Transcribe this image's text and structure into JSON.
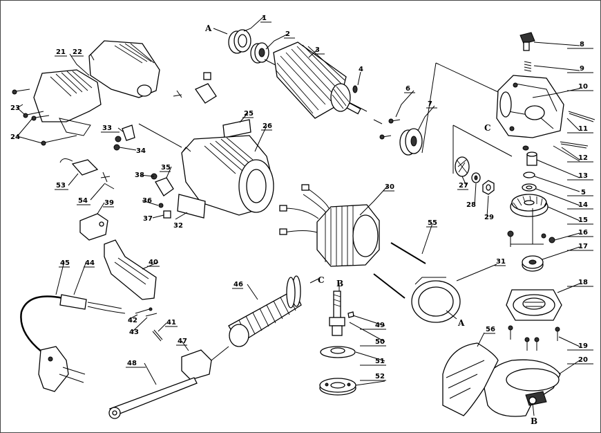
{
  "diagram": {
    "parts": [
      {
        "n": "1"
      },
      {
        "n": "2"
      },
      {
        "n": "3"
      },
      {
        "n": "4"
      },
      {
        "n": "5"
      },
      {
        "n": "6"
      },
      {
        "n": "7"
      },
      {
        "n": "8"
      },
      {
        "n": "9"
      },
      {
        "n": "10"
      },
      {
        "n": "11"
      },
      {
        "n": "12"
      },
      {
        "n": "13"
      },
      {
        "n": "14"
      },
      {
        "n": "15"
      },
      {
        "n": "16"
      },
      {
        "n": "17"
      },
      {
        "n": "18"
      },
      {
        "n": "19"
      },
      {
        "n": "20"
      },
      {
        "n": "21"
      },
      {
        "n": "22"
      },
      {
        "n": "23"
      },
      {
        "n": "24"
      },
      {
        "n": "25"
      },
      {
        "n": "26"
      },
      {
        "n": "27"
      },
      {
        "n": "28"
      },
      {
        "n": "29"
      },
      {
        "n": "30"
      },
      {
        "n": "31"
      },
      {
        "n": "32"
      },
      {
        "n": "33"
      },
      {
        "n": "34"
      },
      {
        "n": "35"
      },
      {
        "n": "36"
      },
      {
        "n": "37"
      },
      {
        "n": "38"
      },
      {
        "n": "39"
      },
      {
        "n": "40"
      },
      {
        "n": "41"
      },
      {
        "n": "42"
      },
      {
        "n": "43"
      },
      {
        "n": "44"
      },
      {
        "n": "45"
      },
      {
        "n": "46"
      },
      {
        "n": "47"
      },
      {
        "n": "48"
      },
      {
        "n": "49"
      },
      {
        "n": "50"
      },
      {
        "n": "51"
      },
      {
        "n": "52"
      },
      {
        "n": "53"
      },
      {
        "n": "54"
      },
      {
        "n": "55"
      },
      {
        "n": "56"
      }
    ],
    "refs": [
      "A",
      "A",
      "B",
      "B",
      "C",
      "C"
    ]
  }
}
